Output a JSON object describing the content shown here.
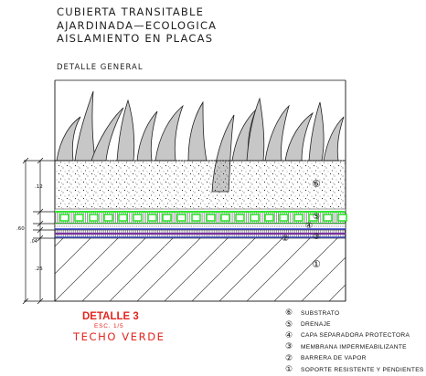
{
  "title": {
    "line1": "CUBIERTA TRANSITABLE",
    "line2": "AJARDINADA—ECOLOGICA",
    "line3": "AISLAMIENTO EN PLACAS"
  },
  "subtitle": "DETALLE GENERAL",
  "dimensions": {
    "d1": ".12",
    "total": ".60",
    "d2": ".04",
    "d3": ".25"
  },
  "detail": {
    "title": "DETALLE 3",
    "scale": "ESC. 1/5",
    "name": "TECHO VERDE"
  },
  "callouts": {
    "c6": "⑥",
    "c5": "⑤",
    "c4": "④",
    "c3": "③",
    "c2": "②",
    "c1": "①"
  },
  "legend": [
    {
      "num": "⑥",
      "text": "SUBSTRATO"
    },
    {
      "num": "⑤",
      "text": "DRENAJE"
    },
    {
      "num": "④",
      "text": "CAPA SEPARADORA PROTECTORA"
    },
    {
      "num": "③",
      "text": "MEMBRANA IMPERMEABILIZANTE"
    },
    {
      "num": "②",
      "text": "BARRERA DE VAPOR"
    },
    {
      "num": "①",
      "text": "SOPORTE RESISTENTE Y PENDIENTES"
    }
  ],
  "colors": {
    "drainage": "#2ee82e",
    "membrane": "#2233cc",
    "vapor_barrier": "#7a2f9e",
    "detail_text": "#e2261f"
  }
}
